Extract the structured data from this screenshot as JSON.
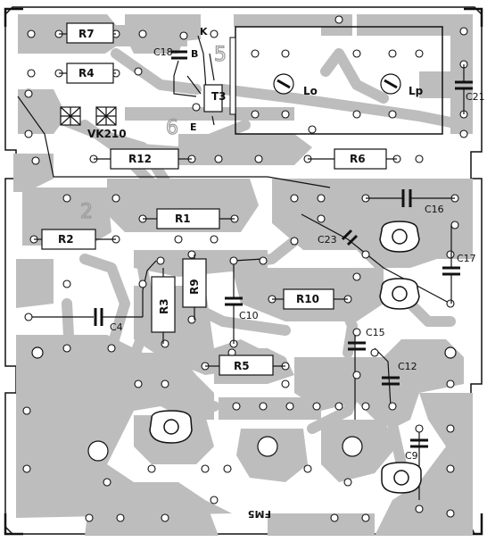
{
  "board": {
    "colors": {
      "copper": "#bdbdbd",
      "paper": "#ffffff",
      "ink": "#111111",
      "marker": "#9a9a9a"
    },
    "board_mark": "FM5",
    "markers": [
      "5",
      "6",
      "2"
    ],
    "transistor": {
      "label": "T3",
      "pins": [
        "K",
        "B",
        "E"
      ]
    },
    "trimmers": [
      "Lo",
      "Lp"
    ],
    "bridge": "VK210",
    "resistors": [
      "R7",
      "R4",
      "R12",
      "R6",
      "R1",
      "R2",
      "R9",
      "R3",
      "R10",
      "R5"
    ],
    "capacitors": [
      "C18",
      "C21",
      "C16",
      "C23",
      "C17",
      "C4",
      "C10",
      "C15",
      "C12",
      "C9"
    ]
  }
}
